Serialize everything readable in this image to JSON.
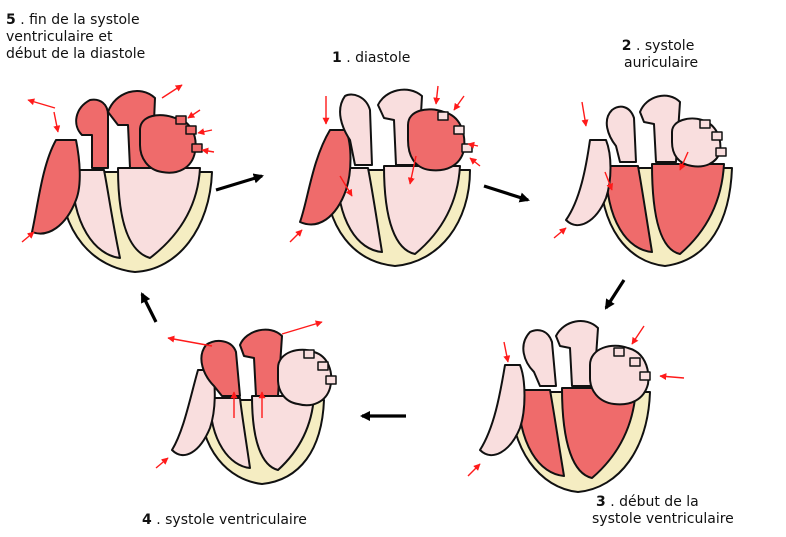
{
  "stages": [
    {
      "id": "s1",
      "num": "1",
      "lines": [
        "diastole"
      ]
    },
    {
      "id": "s2",
      "num": "2",
      "lines": [
        "systole",
        "auriculaire"
      ]
    },
    {
      "id": "s3",
      "num": "3",
      "lines": [
        "début de la",
        "systole ventriculaire"
      ]
    },
    {
      "id": "s4",
      "num": "4",
      "lines": [
        "systole ventriculaire"
      ]
    },
    {
      "id": "s5",
      "num": "5",
      "lines": [
        "fin de la systole",
        "ventriculaire et",
        "début de la diastole"
      ]
    }
  ],
  "colors": {
    "contracted": "#ef6b6b",
    "relaxed": "#f9dede",
    "myocardium": "#f5edc2",
    "outline": "#111111",
    "blood_arrow": "#ff1a1a",
    "cycle_arrow": "#000000"
  }
}
